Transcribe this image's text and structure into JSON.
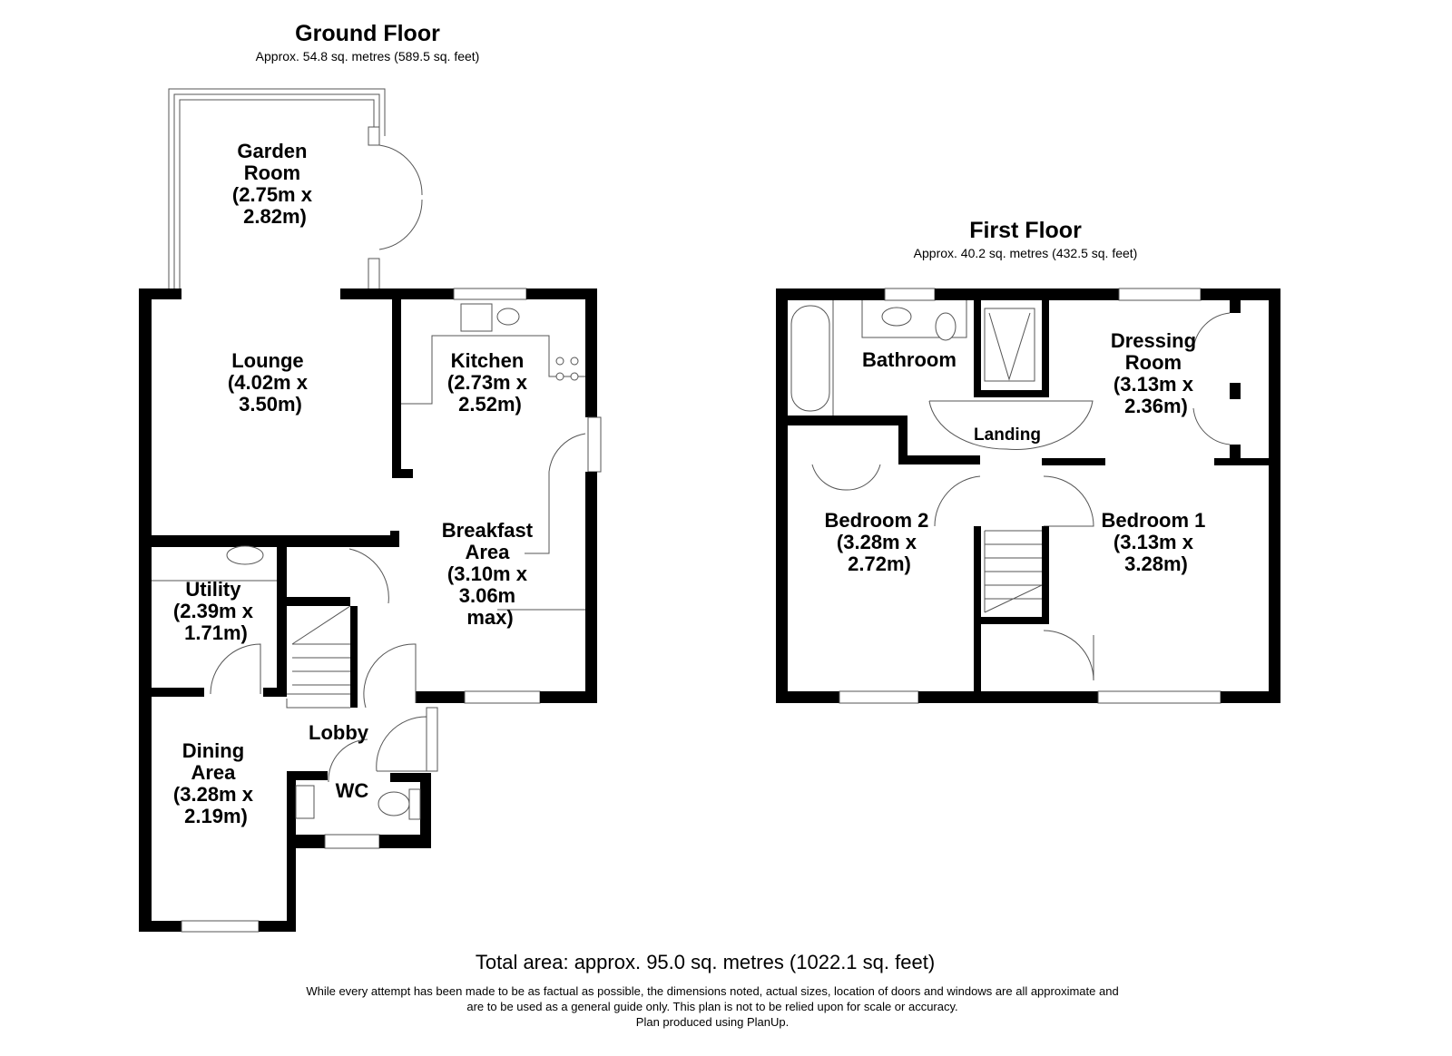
{
  "ground_floor": {
    "title": "Ground Floor",
    "area": "Approx. 54.8 sq. metres (589.5 sq. feet)",
    "rooms": {
      "garden_room": [
        "Garden",
        "Room",
        "(2.75m x",
        "2.82m)"
      ],
      "lounge": [
        "Lounge",
        "(4.02m x",
        "3.50m)"
      ],
      "kitchen": [
        "Kitchen",
        "(2.73m x",
        "2.52m)"
      ],
      "breakfast": [
        "Breakfast",
        "Area",
        "(3.10m x",
        "3.06m",
        "max)"
      ],
      "utility": [
        "Utility",
        "(2.39m x",
        "1.71m)"
      ],
      "dining": [
        "Dining",
        "Area",
        "(3.28m x",
        "2.19m)"
      ],
      "lobby": [
        "Lobby"
      ],
      "wc": [
        "WC"
      ]
    }
  },
  "first_floor": {
    "title": "First Floor",
    "area": "Approx. 40.2 sq. metres (432.5 sq. feet)",
    "rooms": {
      "bathroom": [
        "Bathroom"
      ],
      "dressing": [
        "Dressing",
        "Room",
        "(3.13m x",
        "2.36m)"
      ],
      "landing": [
        "Landing"
      ],
      "bedroom2": [
        "Bedroom 2",
        "(3.28m x",
        "2.72m)"
      ],
      "bedroom1": [
        "Bedroom 1",
        "(3.13m x",
        "3.28m)"
      ]
    }
  },
  "footer": {
    "total": "Total area: approx. 95.0 sq. metres (1022.1 sq. feet)",
    "disclaimer_1": "While every attempt has been made to be as factual as possible, the dimensions noted, actual sizes, location of doors and windows are all approximate and",
    "disclaimer_2": "are to be used as a general guide only. This plan is not to be relied upon for scale or accuracy.",
    "credit": "Plan produced using PlanUp."
  }
}
